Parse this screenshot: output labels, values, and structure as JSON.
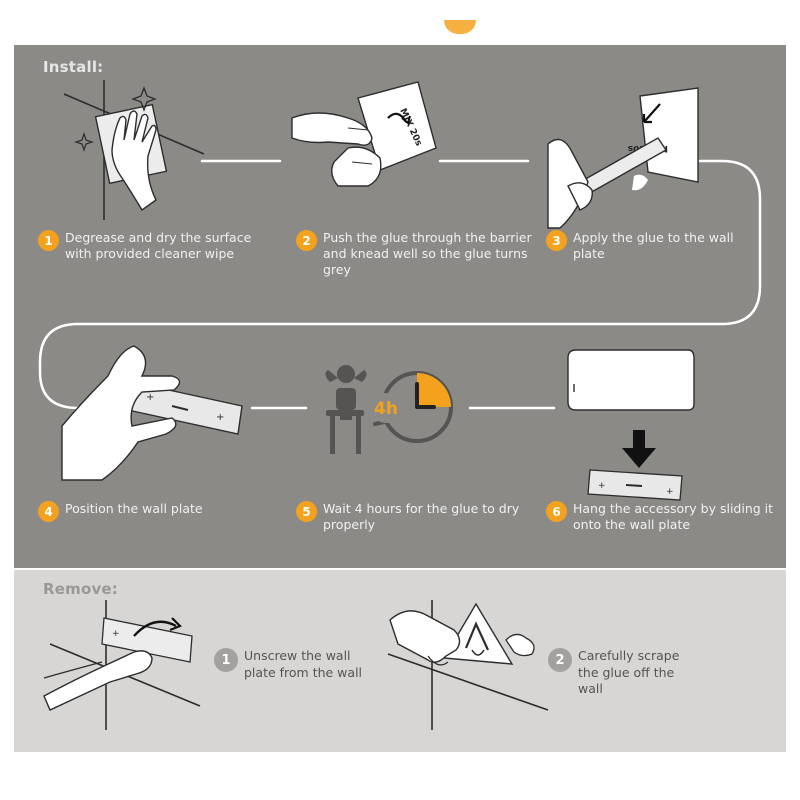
{
  "install": {
    "title": "Install:",
    "steps": [
      {
        "number": "1",
        "text": "Degrease and dry the surface with provided cleaner wipe"
      },
      {
        "number": "2",
        "text": "Push the glue through the barrier and knead well so the glue turns grey"
      },
      {
        "number": "3",
        "text": "Apply the glue to the wall plate"
      },
      {
        "number": "4",
        "text": "Position the wall plate"
      },
      {
        "number": "5",
        "text": "Wait 4 hours for the glue to dry properly"
      },
      {
        "number": "6",
        "text": "Hang the accessory by sliding it onto the wall plate"
      }
    ],
    "packet_label": "MIX 20s",
    "timer_label": "4h"
  },
  "remove": {
    "title": "Remove:",
    "steps": [
      {
        "number": "1",
        "text": "Unscrew the wall plate from the wall"
      },
      {
        "number": "2",
        "text": "Carefully scrape the glue off the wall"
      }
    ]
  },
  "colors": {
    "accent": "#F4A21D",
    "install_bg": "#8B8A87",
    "remove_bg": "#D8D6D4",
    "remove_badge": "#A3A19F"
  },
  "icons": [
    "hand-wiping-icon",
    "glue-packet-icon",
    "apply-glue-icon",
    "wall-plate-icon",
    "waiting-person-icon",
    "clock-icon",
    "accessory-shelf-icon",
    "down-arrow-icon",
    "pliers-icon",
    "scraper-icon"
  ]
}
